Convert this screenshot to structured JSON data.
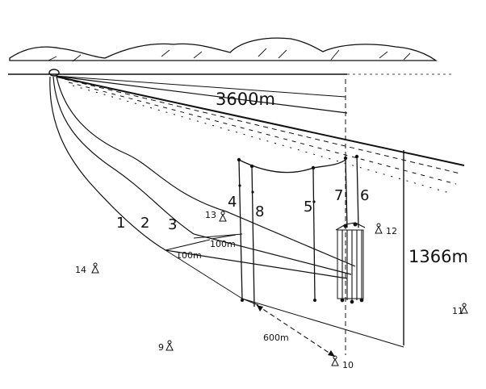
{
  "dimensions": {
    "top_length": "3600m",
    "depth": "1366m",
    "spacing_a": "100m",
    "spacing_b": "100m",
    "spacing_c": "600m"
  },
  "strings": [
    "1",
    "2",
    "3",
    "4",
    "5",
    "6",
    "7",
    "8"
  ],
  "markers": [
    "9",
    "10",
    "11",
    "12",
    "13",
    "14"
  ]
}
